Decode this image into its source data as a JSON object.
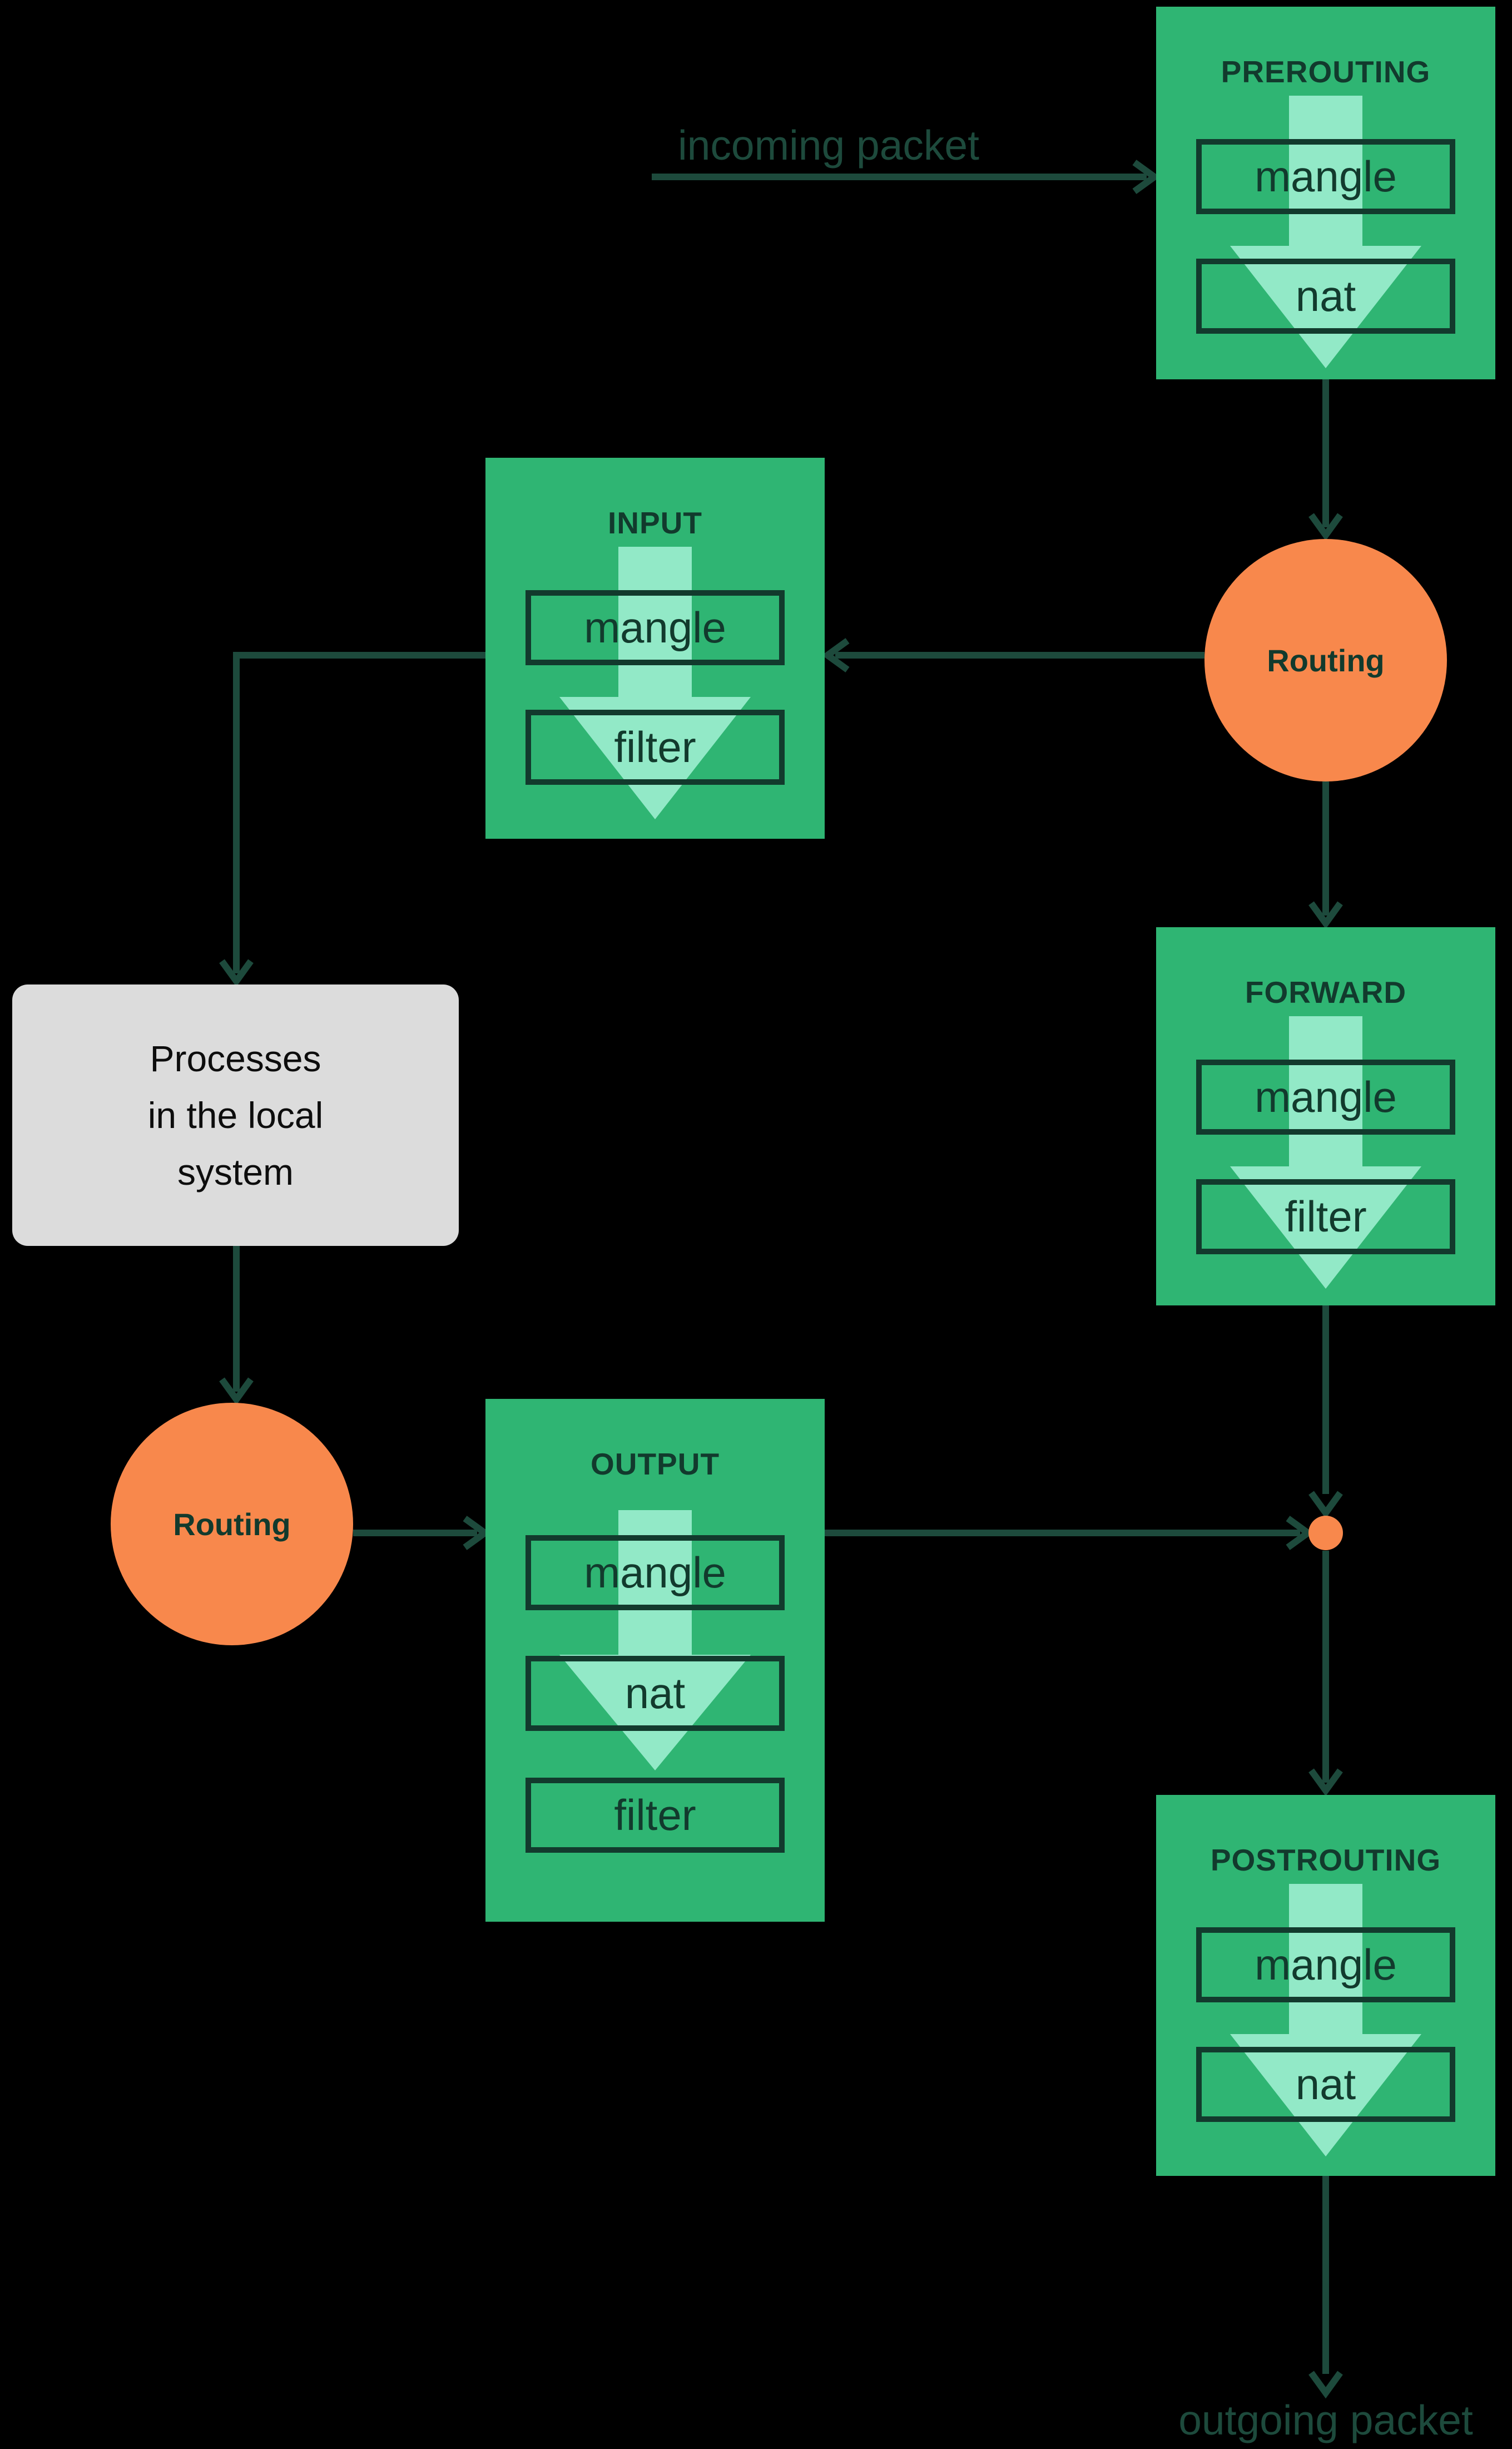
{
  "colors": {
    "background": "#000000",
    "green": "#2fb573",
    "mint": "#92e9c7",
    "dark": "#123a2d",
    "line": "#1d4a3c",
    "orange": "#f8884c",
    "gray": "#dcdcdc",
    "processes_text": "#0d0d0d"
  },
  "flow_labels": {
    "incoming": "incoming packet",
    "outgoing": "outgoing packet"
  },
  "chains": [
    {
      "title": "PREROUTING",
      "rules": [
        "mangle",
        "nat"
      ]
    },
    {
      "title": "INPUT",
      "rules": [
        "mangle",
        "filter"
      ]
    },
    {
      "title": "FORWARD",
      "rules": [
        "mangle",
        "filter"
      ]
    },
    {
      "title": "OUTPUT",
      "rules": [
        "mangle",
        "nat",
        "filter"
      ]
    },
    {
      "title": "POSTROUTING",
      "rules": [
        "mangle",
        "nat"
      ]
    }
  ],
  "routing_nodes": [
    {
      "label": "Routing"
    },
    {
      "label": "Routing"
    }
  ],
  "processes_box": {
    "lines": [
      "Processes",
      "in the local",
      "system"
    ]
  }
}
